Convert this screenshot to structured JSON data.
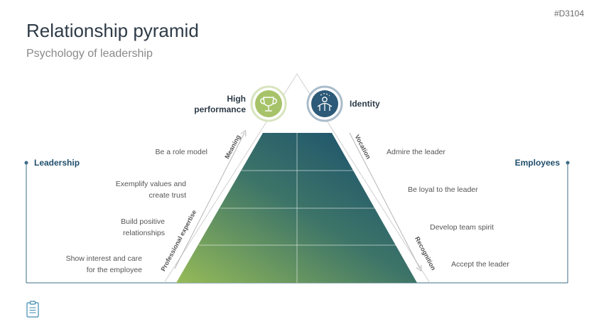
{
  "code": "#D3104",
  "title": "Relationship pyramid",
  "subtitle": "Psychology of leadership",
  "left_header": "Leadership",
  "right_header": "Employees",
  "badges": {
    "left": {
      "label_line1": "High",
      "label_line2": "performance",
      "icon": "trophy-icon",
      "color": "#a7c36a"
    },
    "right": {
      "label": "Identity",
      "icon": "person-icon",
      "color": "#1f4e6b"
    }
  },
  "left_items": [
    "Be a role model",
    "Exemplify values and create trust",
    "Build positive relationships",
    "Show interest and care for the employee"
  ],
  "right_items": [
    "Admire the leader",
    "Be loyal to the leader",
    "Develop team spirit",
    "Accept the leader"
  ],
  "arrow_labels": {
    "left_top": "Meaning",
    "left_bottom": "Professional expertise",
    "right_top": "Vocation",
    "right_bottom": "Recognition"
  },
  "colors": {
    "green": "#8fb85a",
    "blue": "#144a6e",
    "line": "#3d6c86"
  }
}
